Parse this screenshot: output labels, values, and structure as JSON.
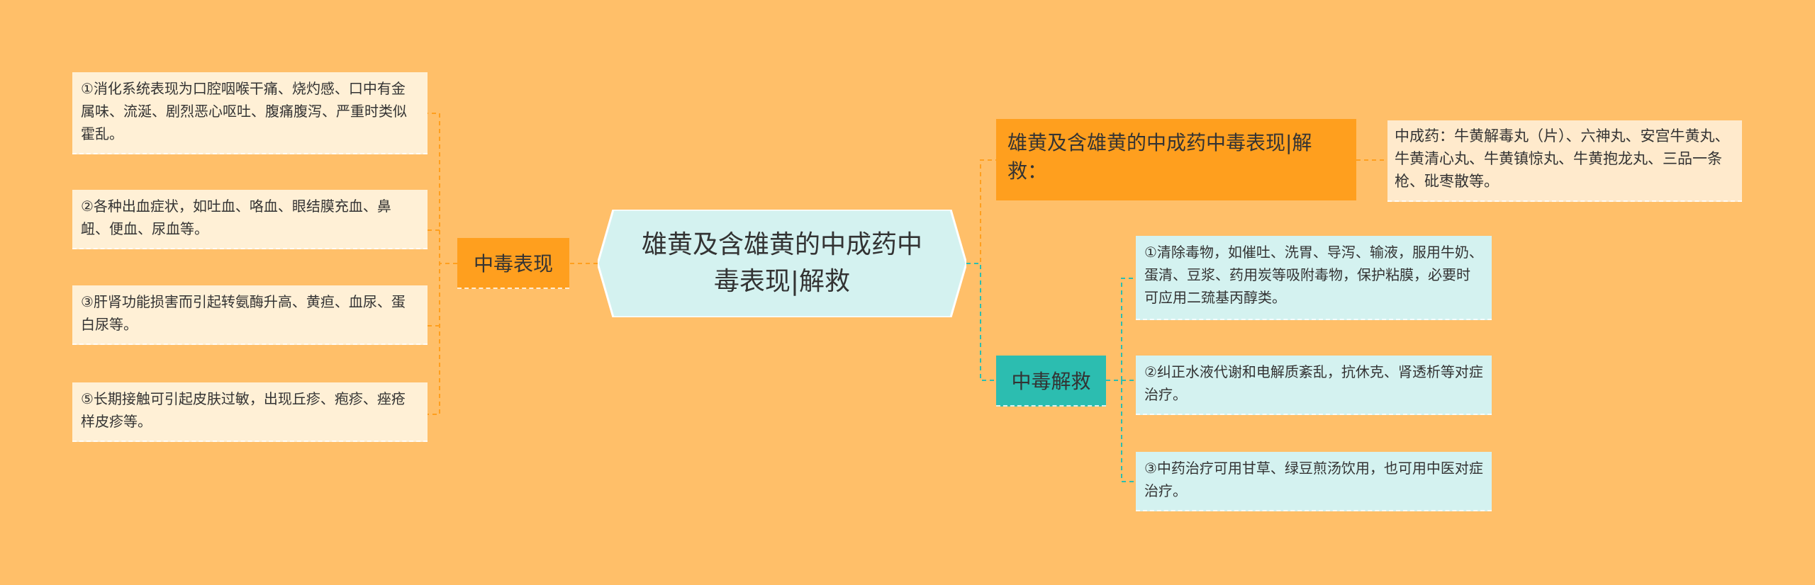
{
  "root": {
    "title": "雄黄及含雄黄的中成药中毒表现|解救"
  },
  "left_branch": {
    "label": "中毒表现",
    "items": [
      "①消化系统表现为口腔咽喉干痛、烧灼感、口中有金属味、流涎、剧烈恶心呕吐、腹痛腹泻、严重时类似霍乱。",
      "②各种出血症状，如吐血、咯血、眼结膜充血、鼻衄、便血、尿血等。",
      "③肝肾功能损害而引起转氨酶升高、黄疸、血尿、蛋白尿等。",
      "⑤长期接触可引起皮肤过敏，出现丘疹、疱疹、痤疮样皮疹等。"
    ]
  },
  "right_top_branch": {
    "label": "雄黄及含雄黄的中成药中毒表现|解救：",
    "detail": "中成药：牛黄解毒丸（片）、六神丸、安宫牛黄丸、牛黄清心丸、牛黄镇惊丸、牛黄抱龙丸、三品一条枪、砒枣散等。"
  },
  "right_branch": {
    "label": "中毒解救",
    "items": [
      "①清除毒物，如催吐、洗胃、导泻、输液，服用牛奶、蛋清、豆浆、药用炭等吸附毒物，保护粘膜，必要时可应用二巯基丙醇类。",
      "②纠正水液代谢和电解质紊乱，抗休克、肾透析等对症治疗。",
      "③中药治疗可用甘草、绿豆煎汤饮用，也可用中医对症治疗。"
    ]
  },
  "colors": {
    "background": "#FFBF69",
    "root_fill": "#D4F2F0",
    "orange_branch": "#FF9F1E",
    "teal_branch": "#2CBDB0",
    "left_leaf_fill": "#FFF0D6",
    "right_leaf_fill": "#D4F2F0",
    "orange_connector": "#FF9F1E",
    "teal_connector": "#2CBDB0"
  }
}
